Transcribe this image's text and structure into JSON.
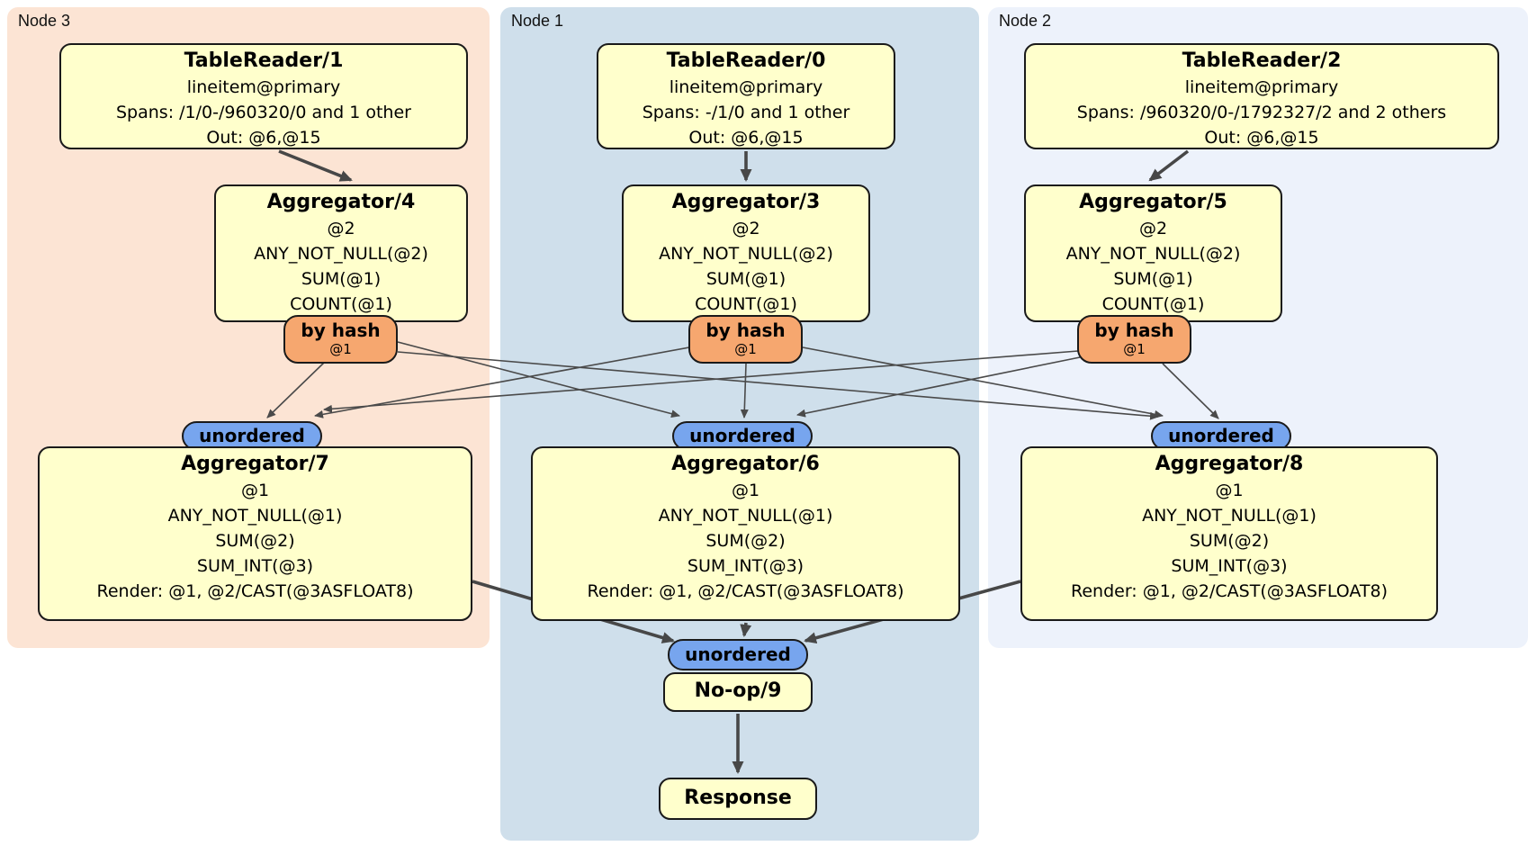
{
  "groups": [
    {
      "label": "Node 3"
    },
    {
      "label": "Node 1"
    },
    {
      "label": "Node 2"
    }
  ],
  "nodes": {
    "tr1": {
      "title": "TableReader/1",
      "lines": [
        "lineitem@primary",
        "Spans: /1/0-/960320/0 and 1 other",
        "Out: @6,@15"
      ]
    },
    "tr0": {
      "title": "TableReader/0",
      "lines": [
        "lineitem@primary",
        "Spans: -/1/0 and 1 other",
        "Out: @6,@15"
      ]
    },
    "tr2": {
      "title": "TableReader/2",
      "lines": [
        "lineitem@primary",
        "Spans: /960320/0-/1792327/2 and 2 others",
        "Out: @6,@15"
      ]
    },
    "agg4": {
      "title": "Aggregator/4",
      "lines": [
        "@2",
        "ANY_NOT_NULL(@2)",
        "SUM(@1)",
        "COUNT(@1)"
      ]
    },
    "agg3": {
      "title": "Aggregator/3",
      "lines": [
        "@2",
        "ANY_NOT_NULL(@2)",
        "SUM(@1)",
        "COUNT(@1)"
      ]
    },
    "agg5": {
      "title": "Aggregator/5",
      "lines": [
        "@2",
        "ANY_NOT_NULL(@2)",
        "SUM(@1)",
        "COUNT(@1)"
      ]
    },
    "agg7": {
      "title": "Aggregator/7",
      "lines": [
        "@1",
        "ANY_NOT_NULL(@1)",
        "SUM(@2)",
        "SUM_INT(@3)",
        "Render: @1, @2/CAST(@3ASFLOAT8)"
      ]
    },
    "agg6": {
      "title": "Aggregator/6",
      "lines": [
        "@1",
        "ANY_NOT_NULL(@1)",
        "SUM(@2)",
        "SUM_INT(@3)",
        "Render: @1, @2/CAST(@3ASFLOAT8)"
      ]
    },
    "agg8": {
      "title": "Aggregator/8",
      "lines": [
        "@1",
        "ANY_NOT_NULL(@1)",
        "SUM(@2)",
        "SUM_INT(@3)",
        "Render: @1, @2/CAST(@3ASFLOAT8)"
      ]
    },
    "noop": {
      "title": "No-op/9"
    },
    "response": {
      "title": "Response"
    }
  },
  "routers": [
    {
      "label": "by hash",
      "sub": "@1"
    },
    {
      "label": "by hash",
      "sub": "@1"
    },
    {
      "label": "by hash",
      "sub": "@1"
    }
  ],
  "syncs": [
    {
      "label": "unordered"
    },
    {
      "label": "unordered"
    },
    {
      "label": "unordered"
    },
    {
      "label": "unordered"
    }
  ],
  "colors": {
    "group_node3_bg": "#fce4d4",
    "group_node1_bg": "#cfdfeb",
    "group_node2_bg": "#edf2fb",
    "node_fill": "#ffffcc",
    "router_fill": "#f6a76f",
    "sync_fill": "#77a5ee",
    "edge": "#4a4a4a"
  }
}
